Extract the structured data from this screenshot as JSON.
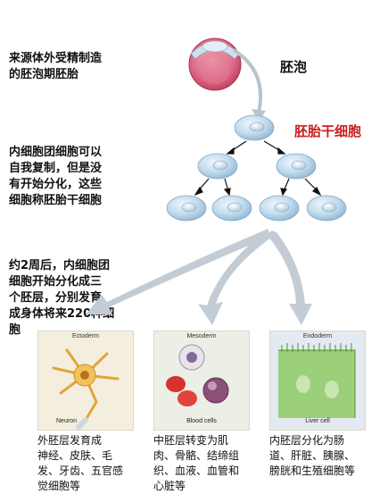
{
  "notes": {
    "blastocyst": "来源体外受精制造\n的胚泡期胚胎",
    "stem_cells": "内细胞团细胞可以\n自我复制，但是没\n有开始分化，这些\n细胞称胚胎干细胞",
    "week2": "约2周后，内细胞团\n细胞开始分化成三\n个胚层，分别发育\n成身体将来220种细\n胞"
  },
  "labels": {
    "blastocyst": "胚泡",
    "stem_cell": "胚胎干细胞"
  },
  "panels": [
    {
      "title": "Ectoderm",
      "sub": "Neuron",
      "caption": "外胚层发育成\n神经、皮肤、毛\n发、牙齿、五官感\n觉细胞等"
    },
    {
      "title": "Mesoderm",
      "sub": "Blood cells",
      "caption": "中胚层转变为肌\n肉、骨骼、结缔组\n织、血液、血管和\n心脏等"
    },
    {
      "title": "Endoderm",
      "sub": "Liver cell",
      "caption": "内胚层分化为肠\n道、肝脏、胰腺、\n膀胱和生殖细胞等"
    }
  ],
  "colors": {
    "stem_label": "#c81e1e",
    "cell_fill": "#bcd8ec",
    "arrow": "#b9c3cc",
    "ectoderm_bg": "#f4eede",
    "mesoderm_bg": "#ecefe6",
    "endoderm_bg": "#e4eaf2"
  }
}
